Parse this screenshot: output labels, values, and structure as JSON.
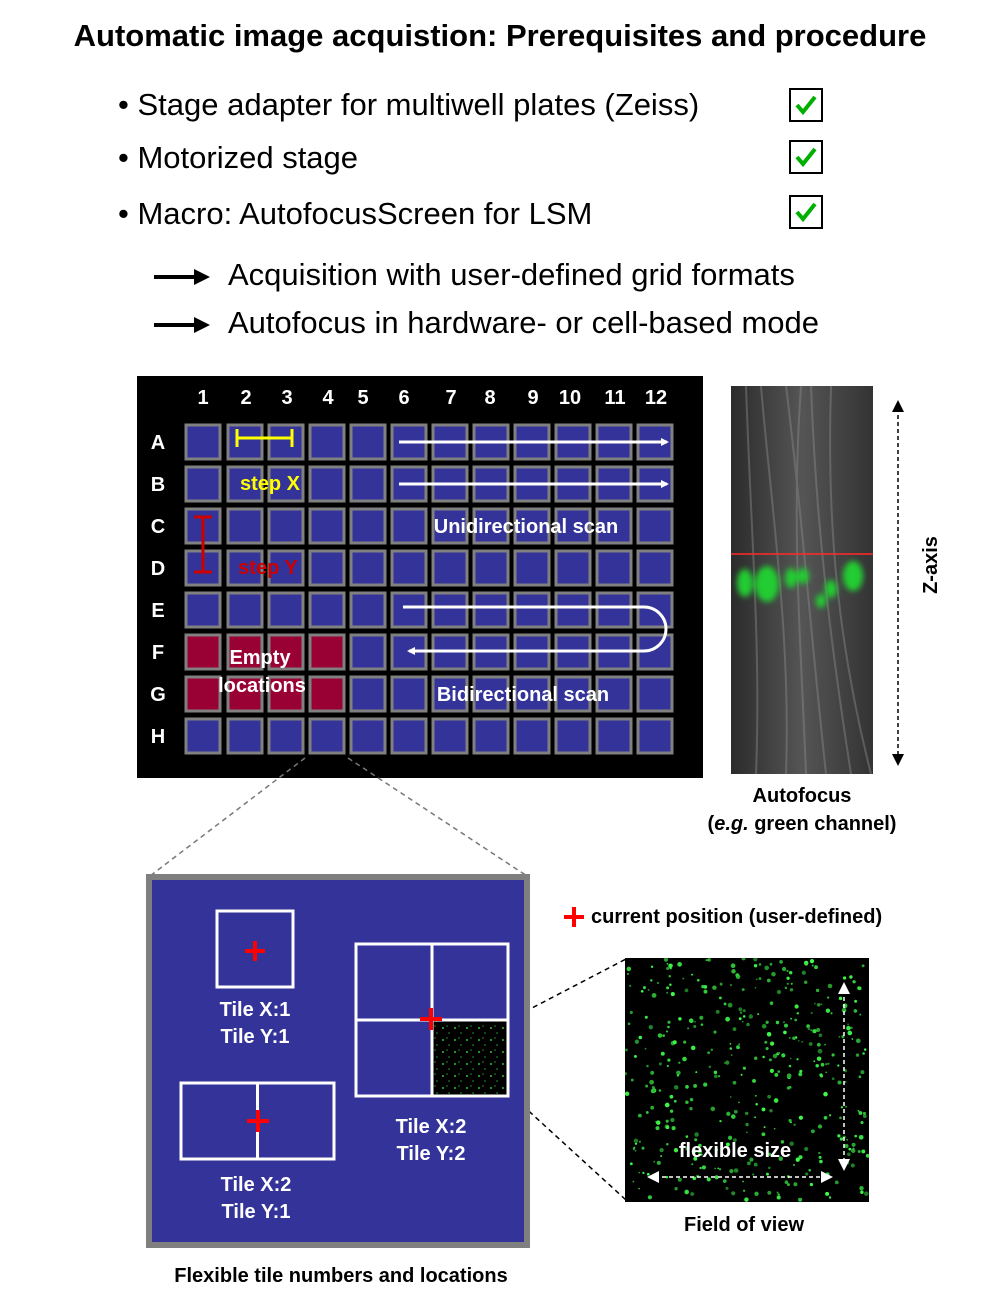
{
  "title": "Automatic image acquistion: Prerequisites and procedure",
  "prerequisites": [
    {
      "text": "• Stage adapter for multiwell plates (Zeiss)",
      "checked": true
    },
    {
      "text": "• Motorized stage",
      "checked": true
    },
    {
      "text": "• Macro: AutofocusScreen for LSM",
      "checked": true
    }
  ],
  "features": [
    "Acquisition with user-defined grid formats",
    "Autofocus in hardware- or cell-based mode"
  ],
  "plate": {
    "columns": [
      "1",
      "2",
      "3",
      "4",
      "5",
      "6",
      "7",
      "8",
      "9",
      "10",
      "11",
      "12"
    ],
    "rows": [
      "A",
      "B",
      "C",
      "D",
      "E",
      "F",
      "G",
      "H"
    ],
    "empty_wells": [
      "F1",
      "F2",
      "F3",
      "F4",
      "G1",
      "G2",
      "G3",
      "G4"
    ],
    "labels": {
      "step_x": "step X",
      "step_y": "step Y",
      "unidirectional": "Unidirectional scan",
      "bidirectional": "Bidirectional scan",
      "empty_line1": "Empty",
      "empty_line2": "locations"
    },
    "colors": {
      "well": "#333399",
      "empty": "#990033",
      "well_border": "#808080",
      "step_x": "#ffff00",
      "step_y": "#cc0000",
      "scan_arrow": "#ffffff"
    }
  },
  "autofocus": {
    "axis_label": "Z-axis",
    "caption_line1": "Autofocus",
    "caption_prefix": "e.g.",
    "caption_rest": " green channel)"
  },
  "tiles": {
    "legend": "current position (user-defined)",
    "tile1_x": "Tile X:1",
    "tile1_y": "Tile Y:1",
    "tile2_x": "Tile X:2",
    "tile2_y": "Tile Y:1",
    "tile3_x": "Tile X:2",
    "tile3_y": "Tile Y:2",
    "caption": "Flexible tile numbers and locations",
    "marker_color": "#ff0000"
  },
  "field_of_view": {
    "size_label": "flexible size",
    "caption": "Field of view"
  }
}
